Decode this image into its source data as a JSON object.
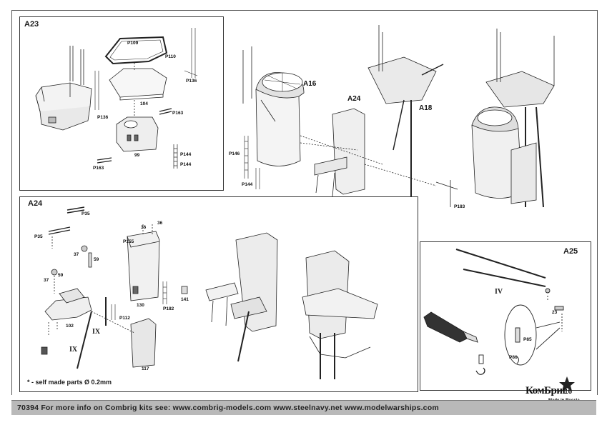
{
  "panels": {
    "a23": {
      "title": "A23",
      "parts": {
        "p109": "P109",
        "p110": "P110",
        "p136a": "P136",
        "p136b": "P136",
        "n104": "104",
        "p163a": "P163",
        "p163b": "P163",
        "n99": "99",
        "p144a": "P144",
        "p144b": "P144"
      }
    },
    "overview": {
      "labels": {
        "a16": "A16",
        "a24": "A24",
        "a18": "A18"
      },
      "parts": {
        "p146": "P146",
        "p144": "P144",
        "p183": "P183"
      }
    },
    "a24": {
      "title": "A24",
      "parts": {
        "p35a": "P35",
        "p35b": "P35",
        "n37a": "37",
        "n37b": "37",
        "n59a": "59",
        "n59b": "59",
        "n36a": "36",
        "n36b": "36",
        "p155": "P155",
        "n102": "102",
        "n130": "130",
        "p112": "P112",
        "p182": "P182",
        "n141": "141",
        "n117": "117"
      },
      "roman": {
        "ix_a": "IX",
        "ix_b": "IX"
      },
      "footnote": "* - self made parts Ø 0.2mm"
    },
    "a25": {
      "title": "A25",
      "parts": {
        "roman_iv": "IV",
        "n23": "23",
        "p85": "P85",
        "p86": "P86"
      }
    }
  },
  "footer": {
    "text": "70394   For more info on Combrig kits see: www.combrig-models.com www.steelnavy.net  www.modelwarships.com"
  },
  "logo": {
    "brand": "КомБриг",
    "made_in": "Made in Russia"
  },
  "page_number": "16"
}
